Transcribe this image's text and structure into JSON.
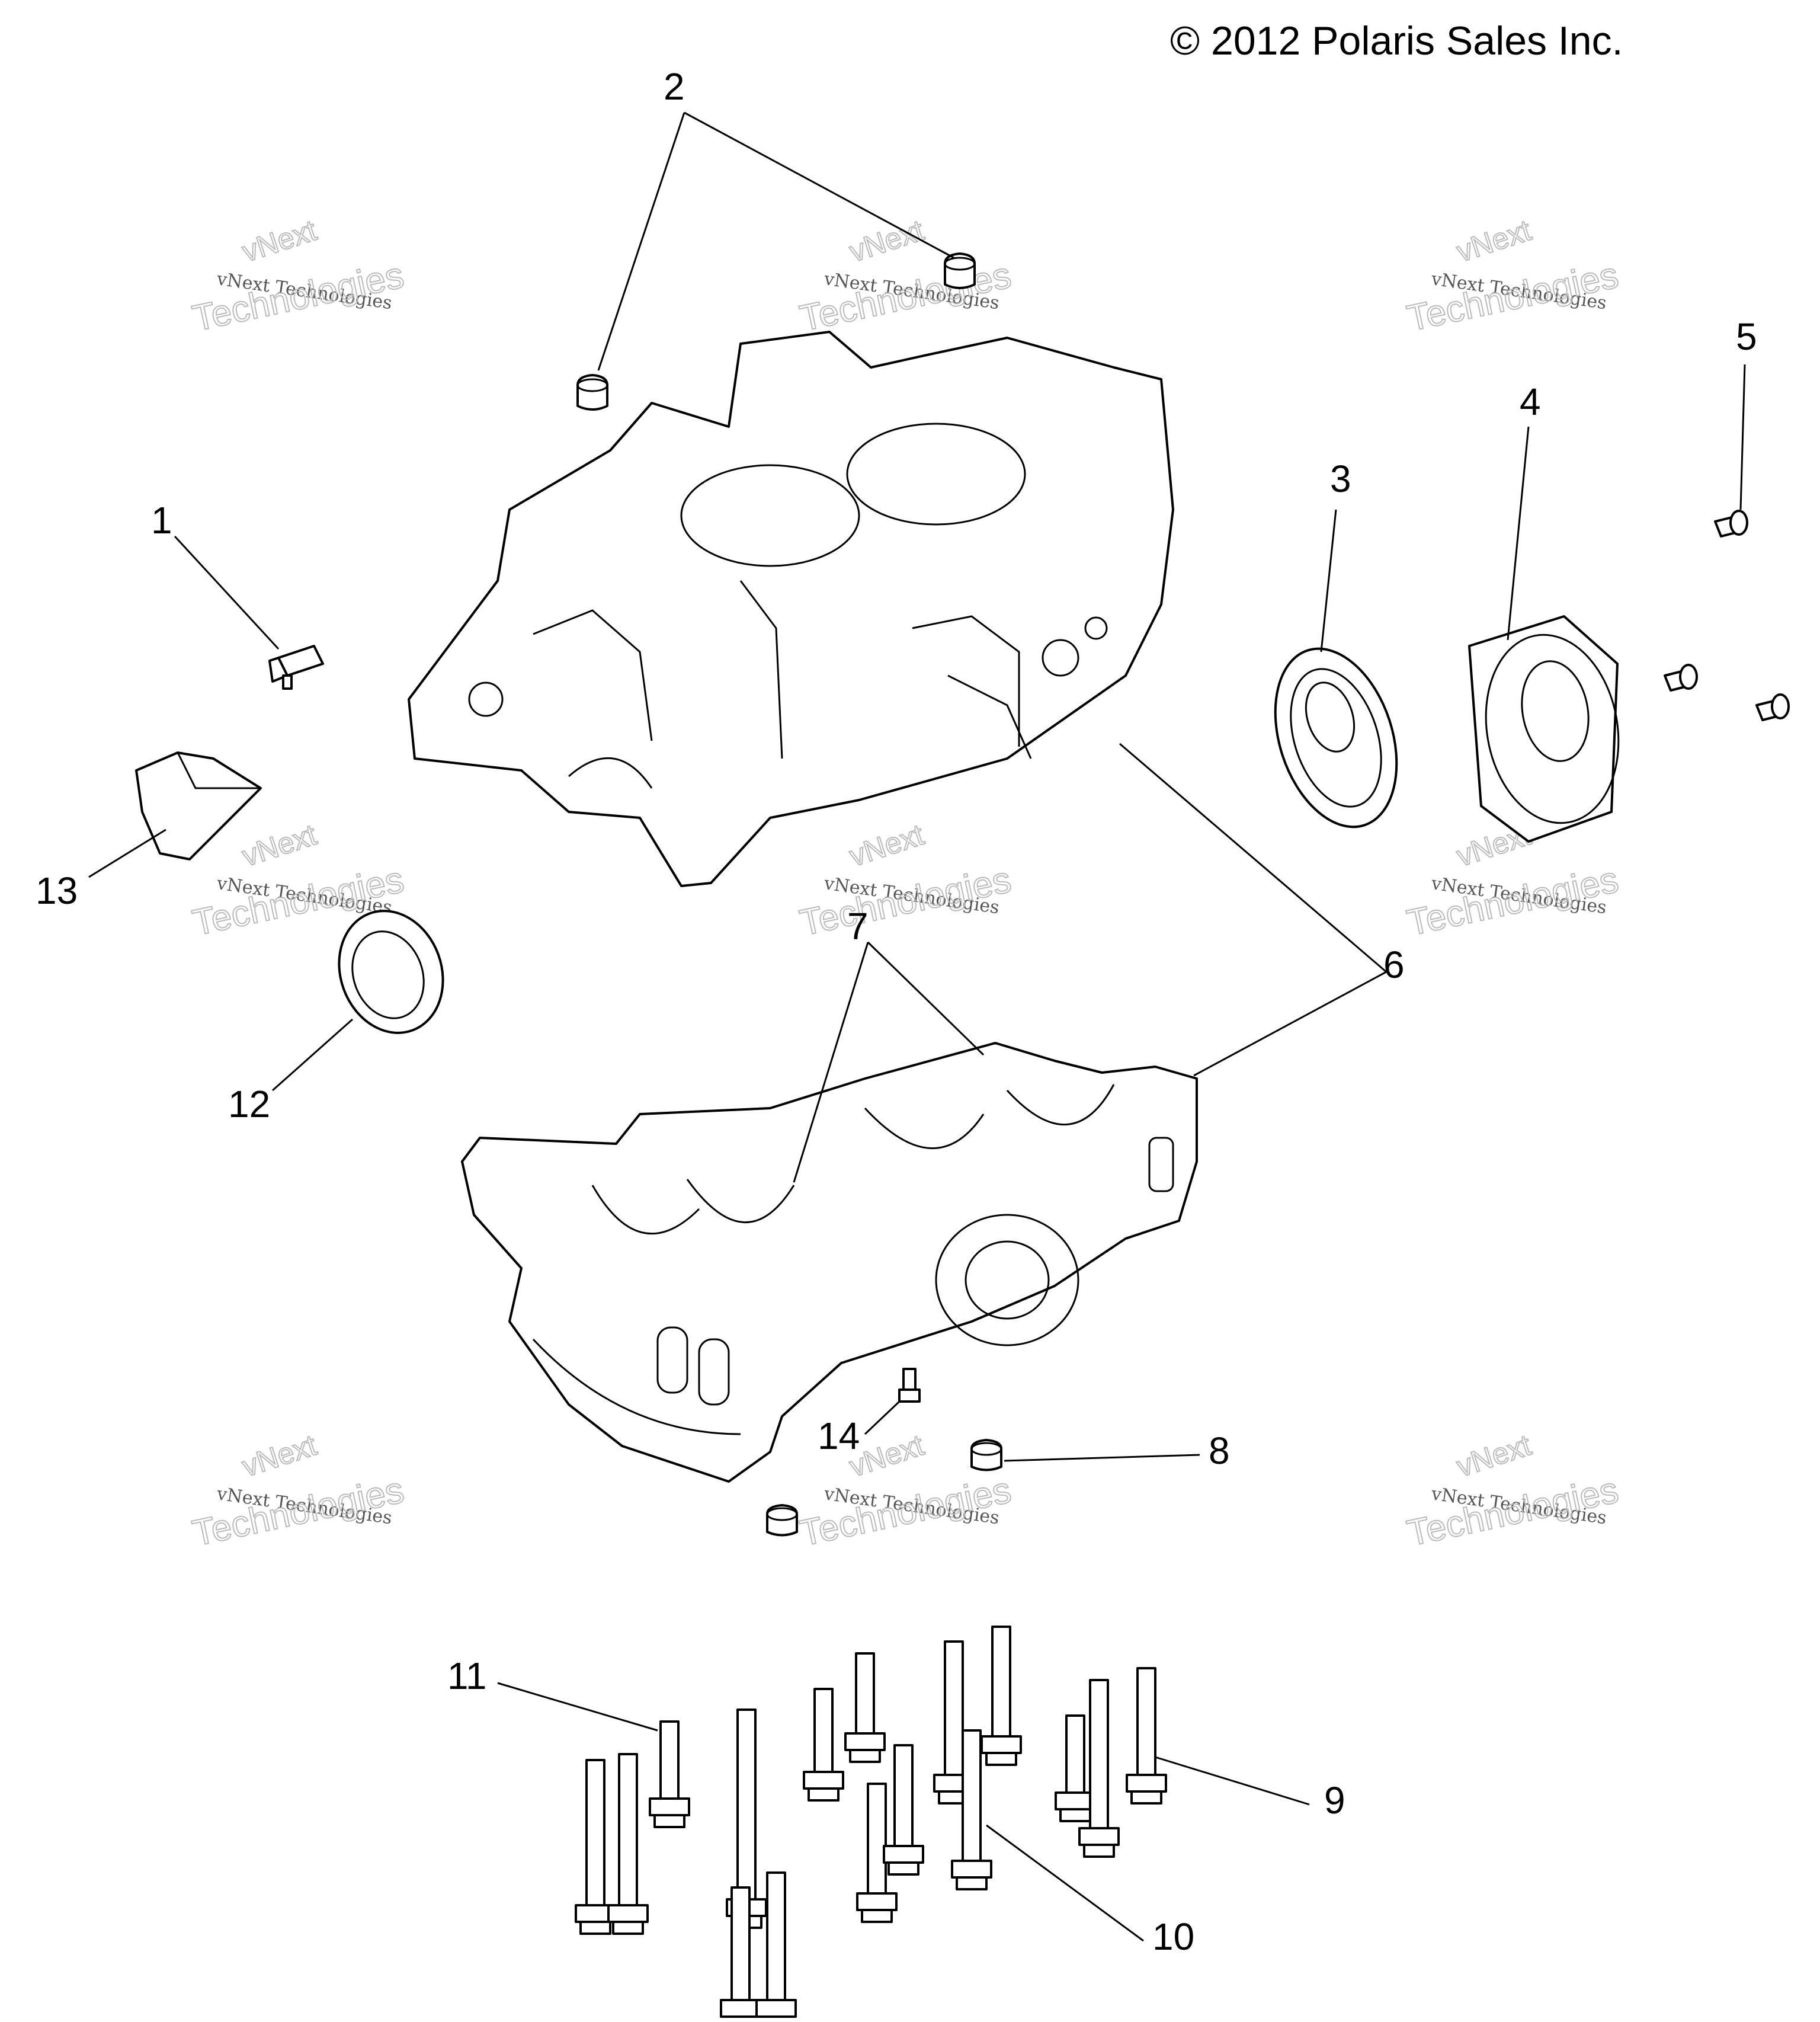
{
  "copyright": "© 2012 Polaris Sales Inc.",
  "watermark": {
    "line1": "vNext Technologies",
    "line2": "Technologies",
    "line3": "vNext"
  },
  "callouts": [
    "1",
    "2",
    "3",
    "4",
    "5",
    "6",
    "7",
    "8",
    "9",
    "10",
    "11",
    "12",
    "13",
    "14"
  ]
}
